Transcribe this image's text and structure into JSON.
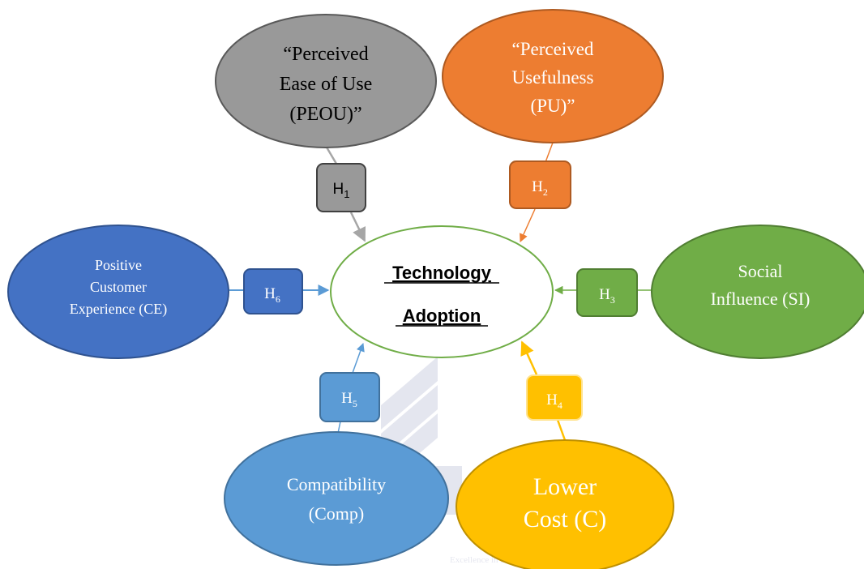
{
  "center": {
    "lines": [
      "Technology",
      "Adoption"
    ]
  },
  "constructs": {
    "peou": {
      "lines": [
        "“Perceived",
        "Ease of Use",
        "(PEOU)”"
      ],
      "color": "#999999"
    },
    "pu": {
      "lines": [
        "“Perceived",
        "Usefulness",
        "(PU)”"
      ],
      "color": "#ED7D31"
    },
    "si": {
      "lines": [
        "Social",
        "Influence (SI)"
      ],
      "color": "#70AD47"
    },
    "ce": {
      "lines": [
        "Positive",
        "Customer",
        "Experience (CE)"
      ],
      "color": "#4472C4"
    },
    "comp": {
      "lines": [
        "Compatibility",
        "(Comp)"
      ],
      "color": "#5B9BD5"
    },
    "cost": {
      "lines": [
        "Lower",
        "Cost (C)"
      ],
      "color": "#FFC000"
    }
  },
  "hypotheses": {
    "h1": {
      "letter": "H",
      "sub": "1"
    },
    "h2": {
      "letter": "H",
      "sub": "2"
    },
    "h3": {
      "letter": "H",
      "sub": "3"
    },
    "h4": {
      "letter": "H",
      "sub": "4"
    },
    "h5": {
      "letter": "H",
      "sub": "5"
    },
    "h6": {
      "letter": "H",
      "sub": "6"
    }
  },
  "watermark": {
    "text": "Excellence in Educa"
  }
}
